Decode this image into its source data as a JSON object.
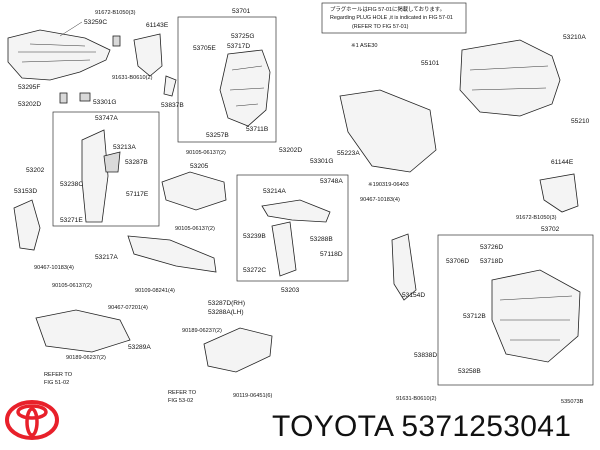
{
  "footer": {
    "brand": "TOYOTA",
    "part_number": "5371253041"
  },
  "notes": {
    "plug_note_line1": "プラグホールはFIG 57-01に掲載しております。",
    "plug_note_line2": "Regarding PLUG HOLE ,it is indicated in FIG 57-01",
    "plug_note_line3": "(REFER TO FIG 57-01)",
    "asterisk_note": "※1 ASE30",
    "refer_left_1": "REFER TO",
    "refer_left_2": "FIG 51-02",
    "refer_mid_1": "REFER TO",
    "refer_mid_2": "FIG 53-02",
    "diagram_code": "535073B"
  },
  "labels": {
    "l53701": "53701",
    "l91672a": "91672-B1050(3)",
    "l61143e": "61143E",
    "l53259c": "53259C",
    "l53725g": "53725G",
    "l53717d": "53717D",
    "l53705e": "53705E",
    "l91631a": "91631-B0610(2)",
    "l53295f": "53295F",
    "l53301g_a": "53301G",
    "l53202d_a": "53202D",
    "l53837b": "53837B",
    "l53257b": "53257B",
    "l53711b": "53711B",
    "l53747a": "53747A",
    "l53213a": "53213A",
    "l53287b": "53287B",
    "l53202": "53202",
    "l53238c": "53238C",
    "l57117e": "57117E",
    "l53153d": "53153D",
    "l53271e": "53271E",
    "l90467a": "90467-10183(4)",
    "l53217a": "53217A",
    "l90105a": "90105-06137(2)",
    "l90105b": "90105-06137(2)",
    "l90105c": "90105-06137(2)",
    "l53205": "53205",
    "l90109": "90109-08241(4)",
    "l53202d_b": "53202D",
    "l53301g_b": "53301G",
    "l53748a": "53748A",
    "l53214a": "53214A",
    "l53239b": "53239B",
    "l53288b": "53288B",
    "l57118d": "57118D",
    "l53272c": "53272C",
    "l53203": "53203",
    "l90467b": "90467-07201(4)",
    "l53287d": "53287D(RH)",
    "l53288a": "53288A(LH)",
    "l90189a": "90189-06237(2)",
    "l53289a": "53289A",
    "l90189b": "90189-06237(2)",
    "l90119": "90119-06451(6)",
    "l53210a": "53210A",
    "l55101": "55101",
    "l55210": "55210",
    "l55223a": "55223A",
    "l90467c": "90467-10183(4)",
    "l190319": "※190319-06403",
    "l61144e": "61144E",
    "l91672b": "91672-B1050(3)",
    "l53702": "53702",
    "l53726d": "53726D",
    "l53706d": "53706D",
    "l53718d": "53718D",
    "l53154d": "53154D",
    "l53712b": "53712B",
    "l53838d": "53838D",
    "l53258b": "53258B",
    "l91631b": "91631-B0610(2)"
  },
  "colors": {
    "logo_red": "#e8202a",
    "line": "#222222",
    "part_fill": "#f4f4f4"
  }
}
